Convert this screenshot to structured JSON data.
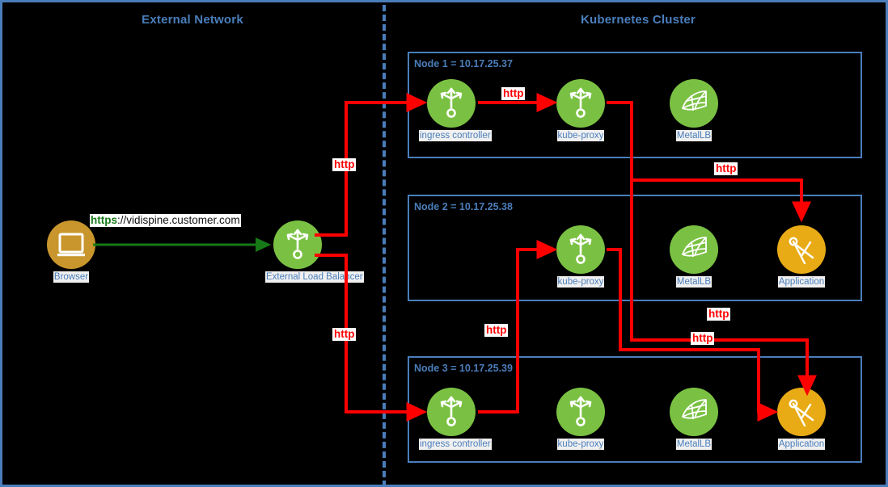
{
  "diagram": {
    "title_external": "External Network",
    "title_cluster": "Kubernetes Cluster",
    "colors": {
      "frame": "#4a7ebb",
      "node_border": "#4a7ebb",
      "label_text": "#4a7ebb",
      "green_icon": "#7ac143",
      "gold_icon": "#e8ab16",
      "browser_icon": "#c8962c",
      "http_flow": "#ff0000",
      "https_flow": "#1a7a1a",
      "background": "#000000"
    }
  },
  "external": {
    "browser": {
      "label": "Browser",
      "icon": "monitor-icon"
    },
    "load_balancer": {
      "label": "External Load Balancer",
      "icon": "proxy-icon"
    },
    "url": {
      "scheme": "https",
      "rest": "://vidispine.customer.com"
    }
  },
  "nodes": [
    {
      "label": "Node 1 = 10.17.25.37",
      "name": "Node 1",
      "ip": "10.17.25.37",
      "items": [
        {
          "label": "ingress controller",
          "icon": "proxy-icon",
          "color": "green"
        },
        {
          "label": "kube-proxy",
          "icon": "proxy-icon",
          "color": "green"
        },
        {
          "label": "MetalLB",
          "icon": "mesh-icon",
          "color": "green"
        }
      ]
    },
    {
      "label": "Node 2 = 10.17.25.38",
      "name": "Node 2",
      "ip": "10.17.25.38",
      "items": [
        {
          "label": "kube-proxy",
          "icon": "proxy-icon",
          "color": "green"
        },
        {
          "label": "MetalLB",
          "icon": "mesh-icon",
          "color": "green"
        },
        {
          "label": "Application",
          "icon": "compass-icon",
          "color": "gold"
        }
      ]
    },
    {
      "label": "Node 3 = 10.17.25.39",
      "name": "Node 3",
      "ip": "10.17.25.39",
      "items": [
        {
          "label": "ingress controller",
          "icon": "proxy-icon",
          "color": "green"
        },
        {
          "label": "kube-proxy",
          "icon": "proxy-icon",
          "color": "green"
        },
        {
          "label": "MetalLB",
          "icon": "mesh-icon",
          "color": "green"
        },
        {
          "label": "Application",
          "icon": "compass-icon",
          "color": "gold"
        }
      ]
    }
  ],
  "flow_labels": [
    {
      "id": "lb-to-node1",
      "text": "http"
    },
    {
      "id": "lb-to-node3",
      "text": "http"
    },
    {
      "id": "n1-ingress-to-proxy",
      "text": "http"
    },
    {
      "id": "n1-proxy-to-n2-app",
      "text": "http"
    },
    {
      "id": "n3-ingress-to-proxy",
      "text": "http"
    },
    {
      "id": "n1-proxy-to-n3-app",
      "text": "http"
    },
    {
      "id": "n2-proxy-to-n3-app",
      "text": "http"
    }
  ]
}
